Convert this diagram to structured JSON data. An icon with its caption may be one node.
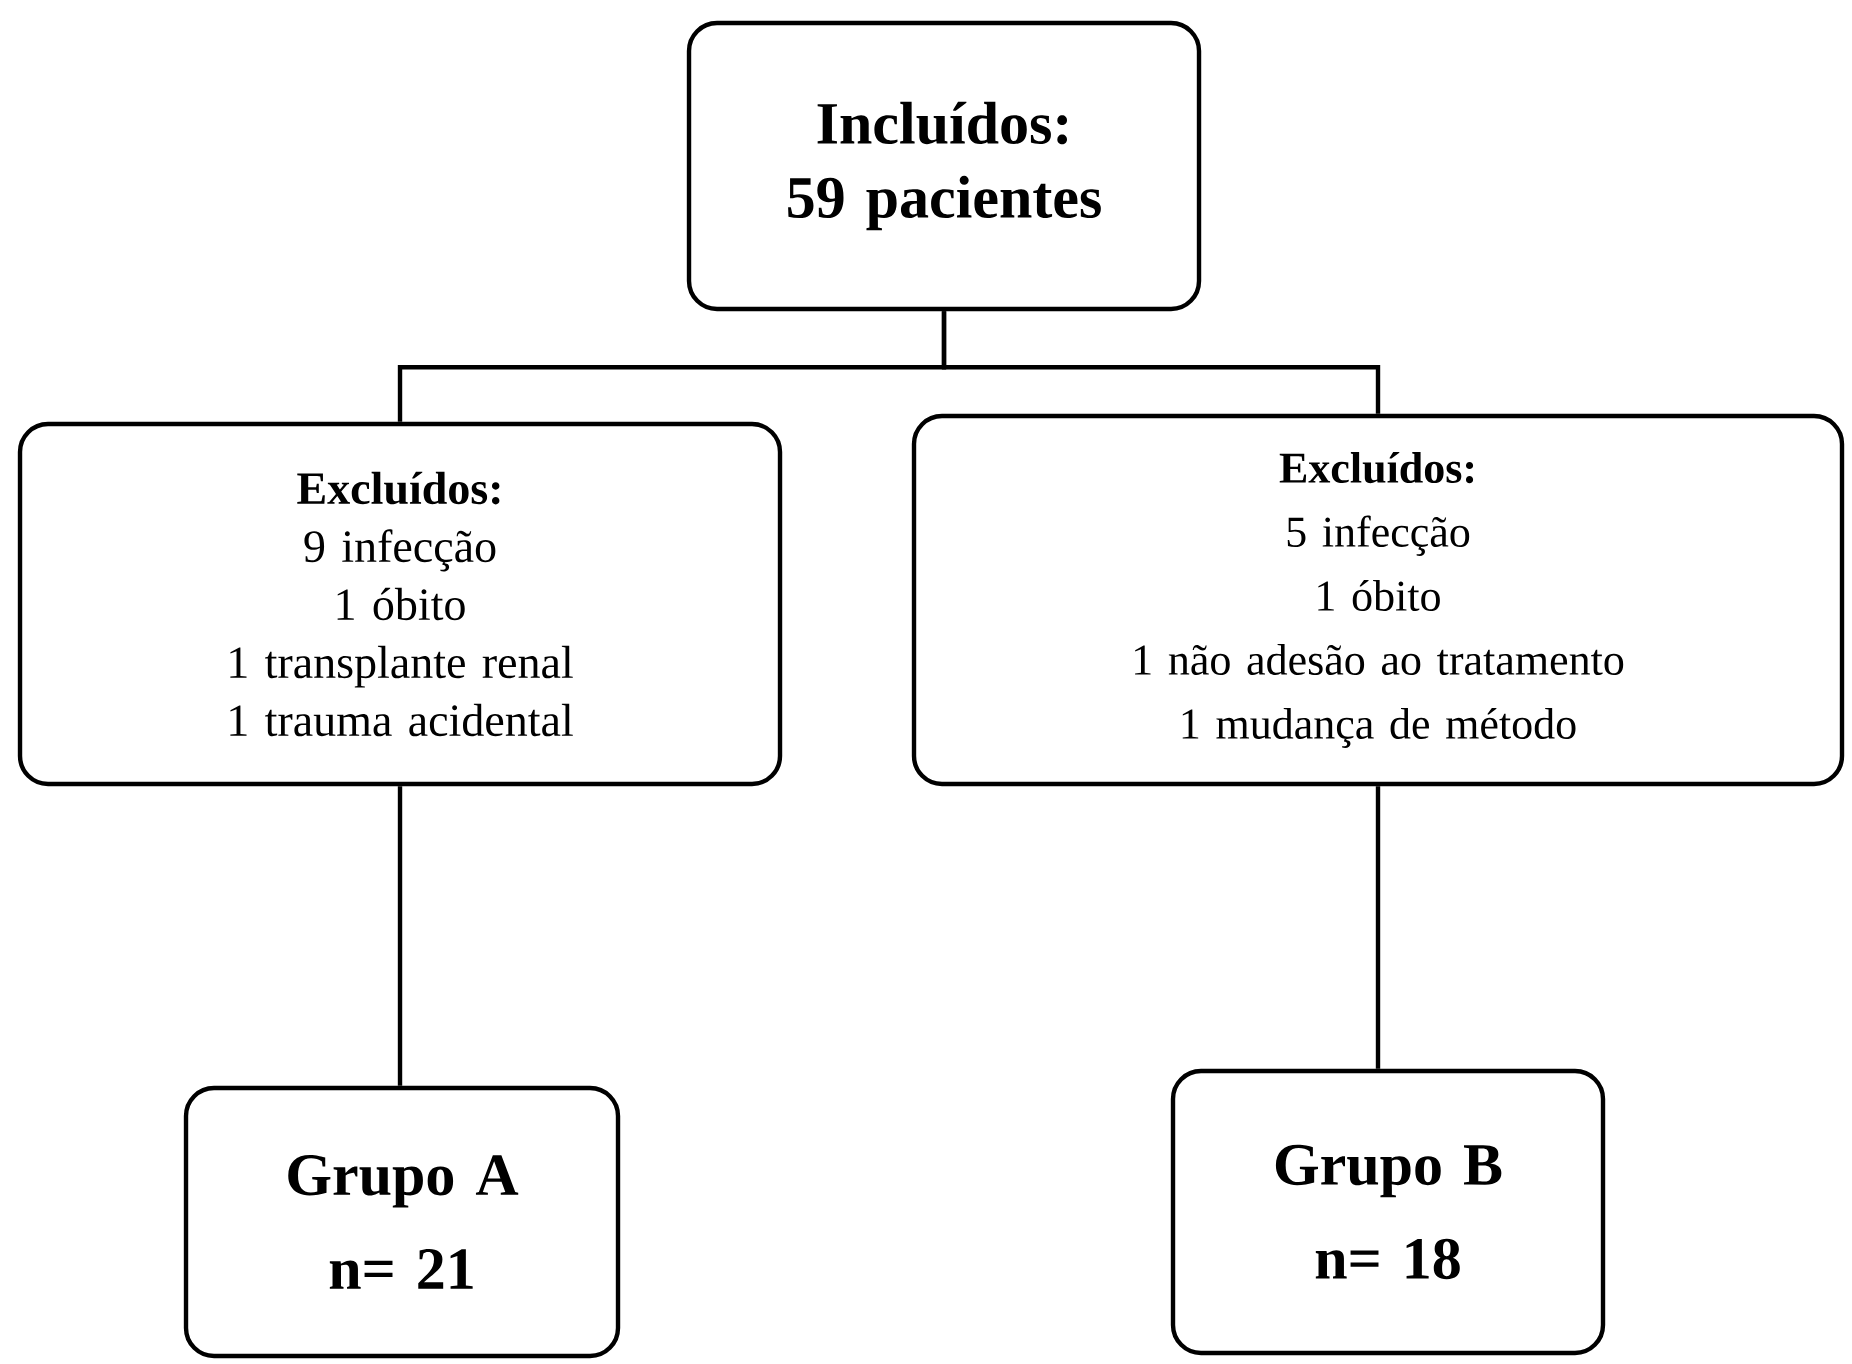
{
  "diagram": {
    "nodes": [
      {
        "text": [
          "Incluídos: 59 pacientes"
        ]
      },
      {
        "text": [
          "Excluídos:",
          "9 infecção",
          "1 óbito",
          "1 transplante renal",
          "1 trauma acidental"
        ]
      },
      {
        "text": [
          "Excluídos:",
          "5 infecção",
          "1 óbito",
          "1 não adesão ao tratamento",
          "1 mudança de método"
        ]
      },
      {
        "text": [
          "Grupo A",
          "n= 21"
        ]
      },
      {
        "text": [
          "Grupo B",
          "n= 18"
        ]
      }
    ],
    "edges": [
      {
        "from": 0,
        "to": 1,
        "arrow": "none"
      },
      {
        "from": 0,
        "to": 2,
        "arrow": "none"
      },
      {
        "from": 1,
        "to": 3,
        "arrow": "none"
      },
      {
        "from": 2,
        "to": 4,
        "arrow": "none"
      }
    ]
  }
}
